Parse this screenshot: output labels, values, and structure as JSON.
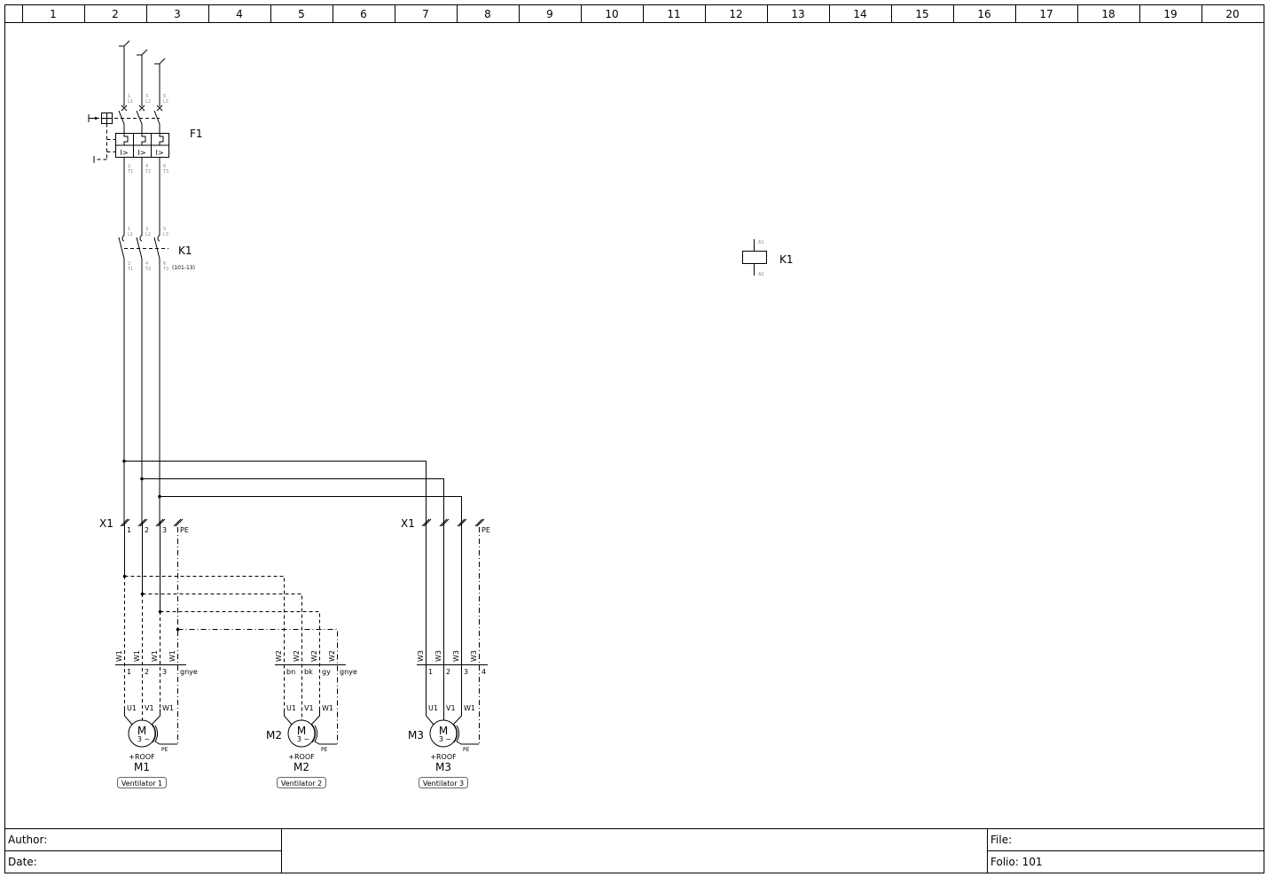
{
  "columns": [
    "1",
    "2",
    "3",
    "4",
    "5",
    "6",
    "7",
    "8",
    "9",
    "10",
    "11",
    "12",
    "13",
    "14",
    "15",
    "16",
    "17",
    "18",
    "19",
    "20"
  ],
  "breaker": {
    "tag": "F1",
    "top_pins": [
      [
        "1",
        "L1"
      ],
      [
        "3",
        "L2"
      ],
      [
        "5",
        "L3"
      ]
    ],
    "bottom_pins": [
      [
        "2",
        "T1"
      ],
      [
        "4",
        "T2"
      ],
      [
        "6",
        "T3"
      ]
    ],
    "trip_label": "I>"
  },
  "contactor": {
    "tag": "K1",
    "ref": "(101-13)",
    "top_pins": [
      [
        "1",
        "L1"
      ],
      [
        "3",
        "L2"
      ],
      [
        "5",
        "L3"
      ]
    ],
    "bottom_pins": [
      [
        "2",
        "T1"
      ],
      [
        "4",
        "T2"
      ],
      [
        "6",
        "T3"
      ]
    ]
  },
  "coil": {
    "tag": "K1",
    "a1": "A1",
    "a2": "A2"
  },
  "terminals": [
    {
      "tag": "X1",
      "labels": [
        "1",
        "2",
        "3",
        "PE"
      ]
    },
    {
      "tag": "X1",
      "labels": [
        "",
        "",
        "",
        "PE"
      ]
    }
  ],
  "motors": [
    {
      "tag": "M1",
      "cable": "W1",
      "cores": [
        "1",
        "2",
        "3",
        "gnye"
      ],
      "windings": [
        "U1",
        "V1",
        "W1"
      ],
      "location": "+ROOF",
      "desc": "Ventilator 1",
      "pe": "PE",
      "symbol": "M",
      "phase": "3 ~",
      "show_left_tag": false
    },
    {
      "tag": "M2",
      "cable": "W2",
      "cores": [
        "bn",
        "bk",
        "gy",
        "gnye"
      ],
      "windings": [
        "U1",
        "V1",
        "W1"
      ],
      "location": "+ROOF",
      "desc": "Ventilator 2",
      "pe": "PE",
      "symbol": "M",
      "phase": "3 ~",
      "show_left_tag": true
    },
    {
      "tag": "M3",
      "cable": "W3",
      "cores": [
        "1",
        "2",
        "3",
        "4"
      ],
      "windings": [
        "U1",
        "V1",
        "W1"
      ],
      "location": "+ROOF",
      "desc": "Ventilator 3",
      "pe": "PE",
      "symbol": "M",
      "phase": "3 ~",
      "show_left_tag": true
    }
  ],
  "title_block": {
    "author": "Author:",
    "date": "Date:",
    "file": "File:",
    "folio": "Folio: 101"
  }
}
